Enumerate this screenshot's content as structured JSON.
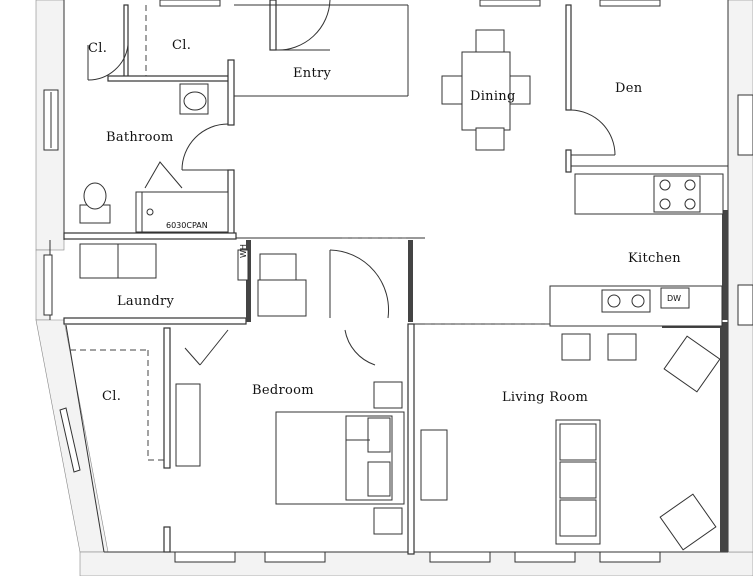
{
  "rooms": {
    "cl1": "Cl.",
    "cl2": "Cl.",
    "entry": "Entry",
    "dining": "Dining",
    "den": "Den",
    "bathroom": "Bathroom",
    "kitchen": "Kitchen",
    "laundry": "Laundry",
    "cl3": "Cl.",
    "bedroom": "Bedroom",
    "living_room": "Living Room"
  },
  "fixtures": {
    "shower_pan": "6030CPAN",
    "water_heater": "WH",
    "dishwasher": "DW"
  }
}
